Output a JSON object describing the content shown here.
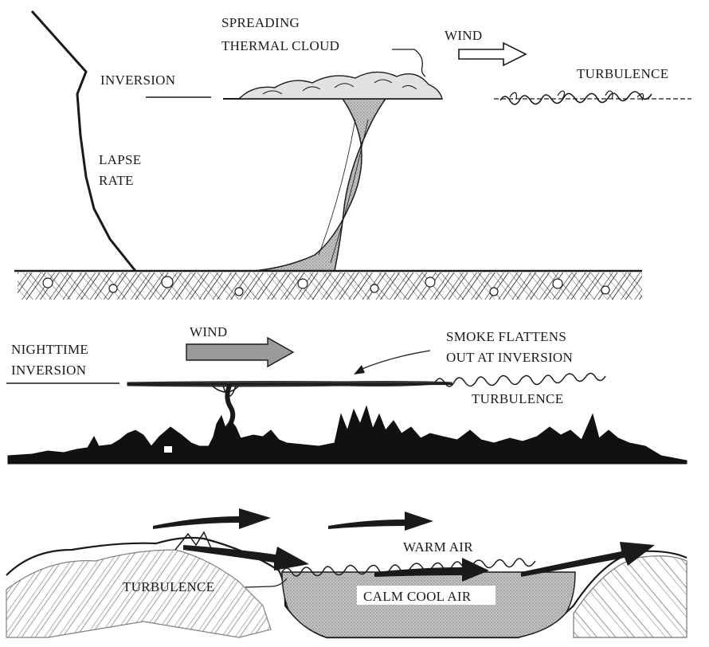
{
  "panel_top": {
    "label_spreading_1": "SPREADING",
    "label_spreading_2": "THERMAL CLOUD",
    "label_wind": "WIND",
    "label_inversion": "INVERSION",
    "label_turbulence": "TURBULENCE",
    "label_lapse_1": "LAPSE",
    "label_lapse_2": "RATE"
  },
  "panel_middle": {
    "label_nighttime_1": "NIGHTTIME",
    "label_nighttime_2": "INVERSION",
    "label_wind": "WIND",
    "label_smoke_1": "SMOKE FLATTENS",
    "label_smoke_2": "OUT AT INVERSION",
    "label_turbulence": "TURBULENCE"
  },
  "panel_bottom": {
    "label_warm_air": "WARM AIR",
    "label_turbulence": "TURBULENCE",
    "label_calm_cool_air": "CALM COOL AIR"
  },
  "colors": {
    "ink": "#1a1a1a",
    "stipple_fill": "#b8b8b8",
    "wind_arrow_fill": "#9a9a9a"
  }
}
